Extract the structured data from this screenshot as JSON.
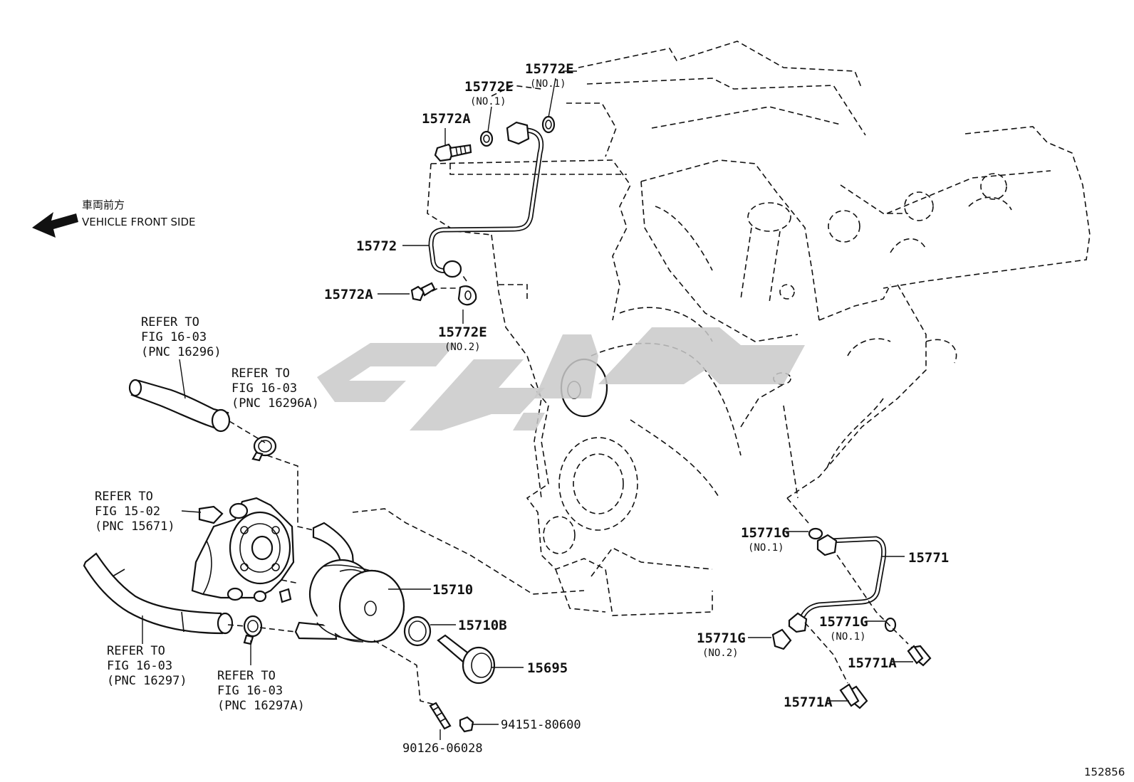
{
  "direction": {
    "japanese": "車両前方",
    "english": "VEHICLE FRONT SIDE",
    "icon": "arrow-left-icon"
  },
  "diagram_number": "152856",
  "watermark_text": "ﻃﻮﯾﺎر",
  "labels": {
    "p15772E_top": {
      "code": "15772E",
      "note": "(NO.1)"
    },
    "p15772E_mid": {
      "code": "15772E",
      "note": "(NO.1)"
    },
    "p15772A_top": {
      "code": "15772A"
    },
    "p15772": {
      "code": "15772"
    },
    "p15772A_low": {
      "code": "15772A"
    },
    "p15772E_low": {
      "code": "15772E",
      "note": "(NO.2)"
    },
    "p15710": {
      "code": "15710"
    },
    "p15710B": {
      "code": "15710B"
    },
    "p15695": {
      "code": "15695"
    },
    "p94151": {
      "code": "94151-80600"
    },
    "p90126": {
      "code": "90126-06028"
    },
    "p15771": {
      "code": "15771"
    },
    "p15771G_top": {
      "code": "15771G",
      "note": "(NO.1)"
    },
    "p15771G_mid": {
      "code": "15771G",
      "note": "(NO.1)"
    },
    "p15771G_low": {
      "code": "15771G",
      "note": "(NO.2)"
    },
    "p15771A_top": {
      "code": "15771A"
    },
    "p15771A_low": {
      "code": "15771A"
    }
  },
  "references": {
    "r16296": {
      "line1": "REFER TO",
      "line2": "FIG 16-03",
      "line3": "(PNC 16296)"
    },
    "r16296A": {
      "line1": "REFER TO",
      "line2": "FIG 16-03",
      "line3": "(PNC 16296A)"
    },
    "r15671": {
      "line1": "REFER TO",
      "line2": "FIG 15-02",
      "line3": "(PNC 15671)"
    },
    "r16297": {
      "line1": "REFER TO",
      "line2": "FIG 16-03",
      "line3": "(PNC 16297)"
    },
    "r16297A": {
      "line1": "REFER TO",
      "line2": "FIG 16-03",
      "line3": "(PNC 16297A)"
    }
  }
}
